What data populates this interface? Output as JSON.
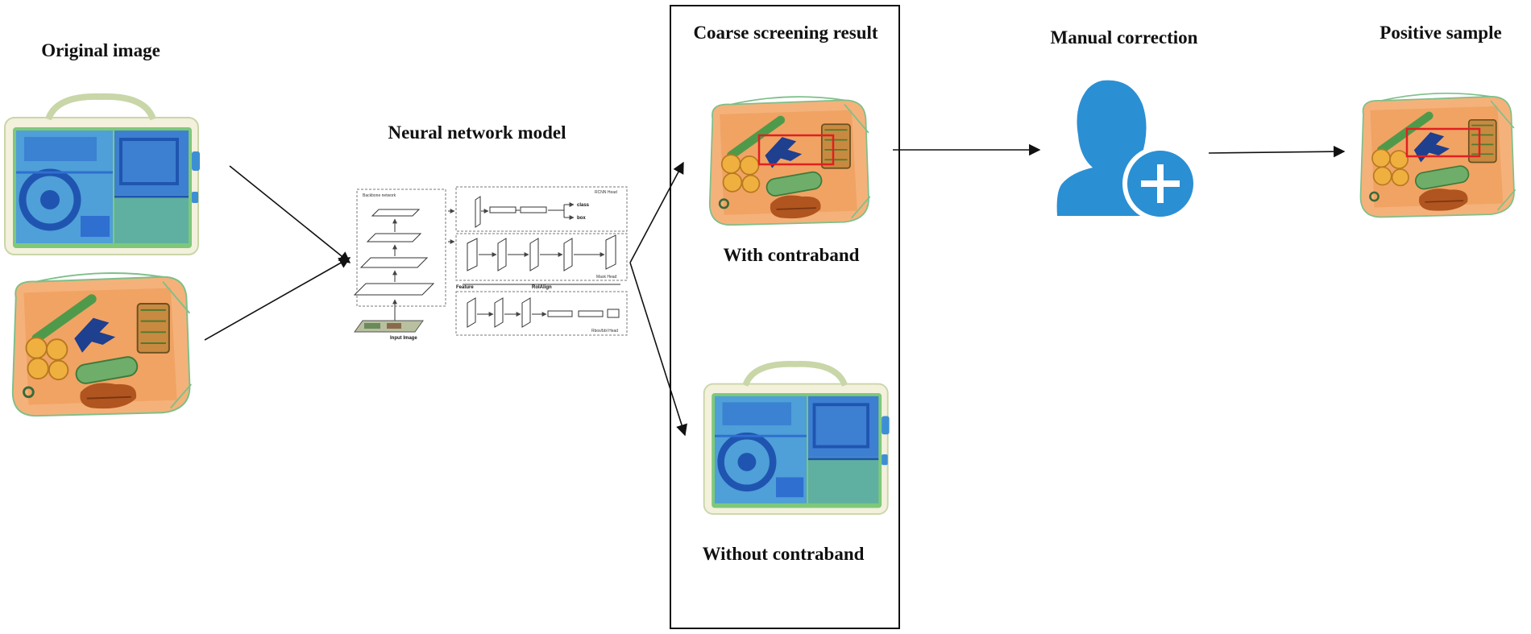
{
  "labels": {
    "original_image": "Original image",
    "neural_network_model": "Neural network model",
    "coarse_screening_result": "Coarse screening result",
    "with_contraband": "With contraband",
    "without_contraband": "Without contraband",
    "manual_correction": "Manual correction",
    "positive_sample": "Positive sample"
  },
  "network_diagram": {
    "backbone": "Backbone network",
    "input": "Input Image",
    "rcnn_head": "RCNN Head",
    "mask_head": "Mask Head",
    "rbox_head": "Rbox/bbl Head",
    "feature": "Feature",
    "rolalign": "RoIAlign",
    "class": "class",
    "box": "box"
  },
  "colors": {
    "person_icon": "#2b8fd4",
    "bbox": "#e02020",
    "xray_orange": "#f0a060",
    "xray_blue": "#2f6fd0",
    "xray_green": "#7fc87a",
    "bag_cream": "#f3f0dc"
  },
  "icons": [
    "person-add-icon"
  ]
}
